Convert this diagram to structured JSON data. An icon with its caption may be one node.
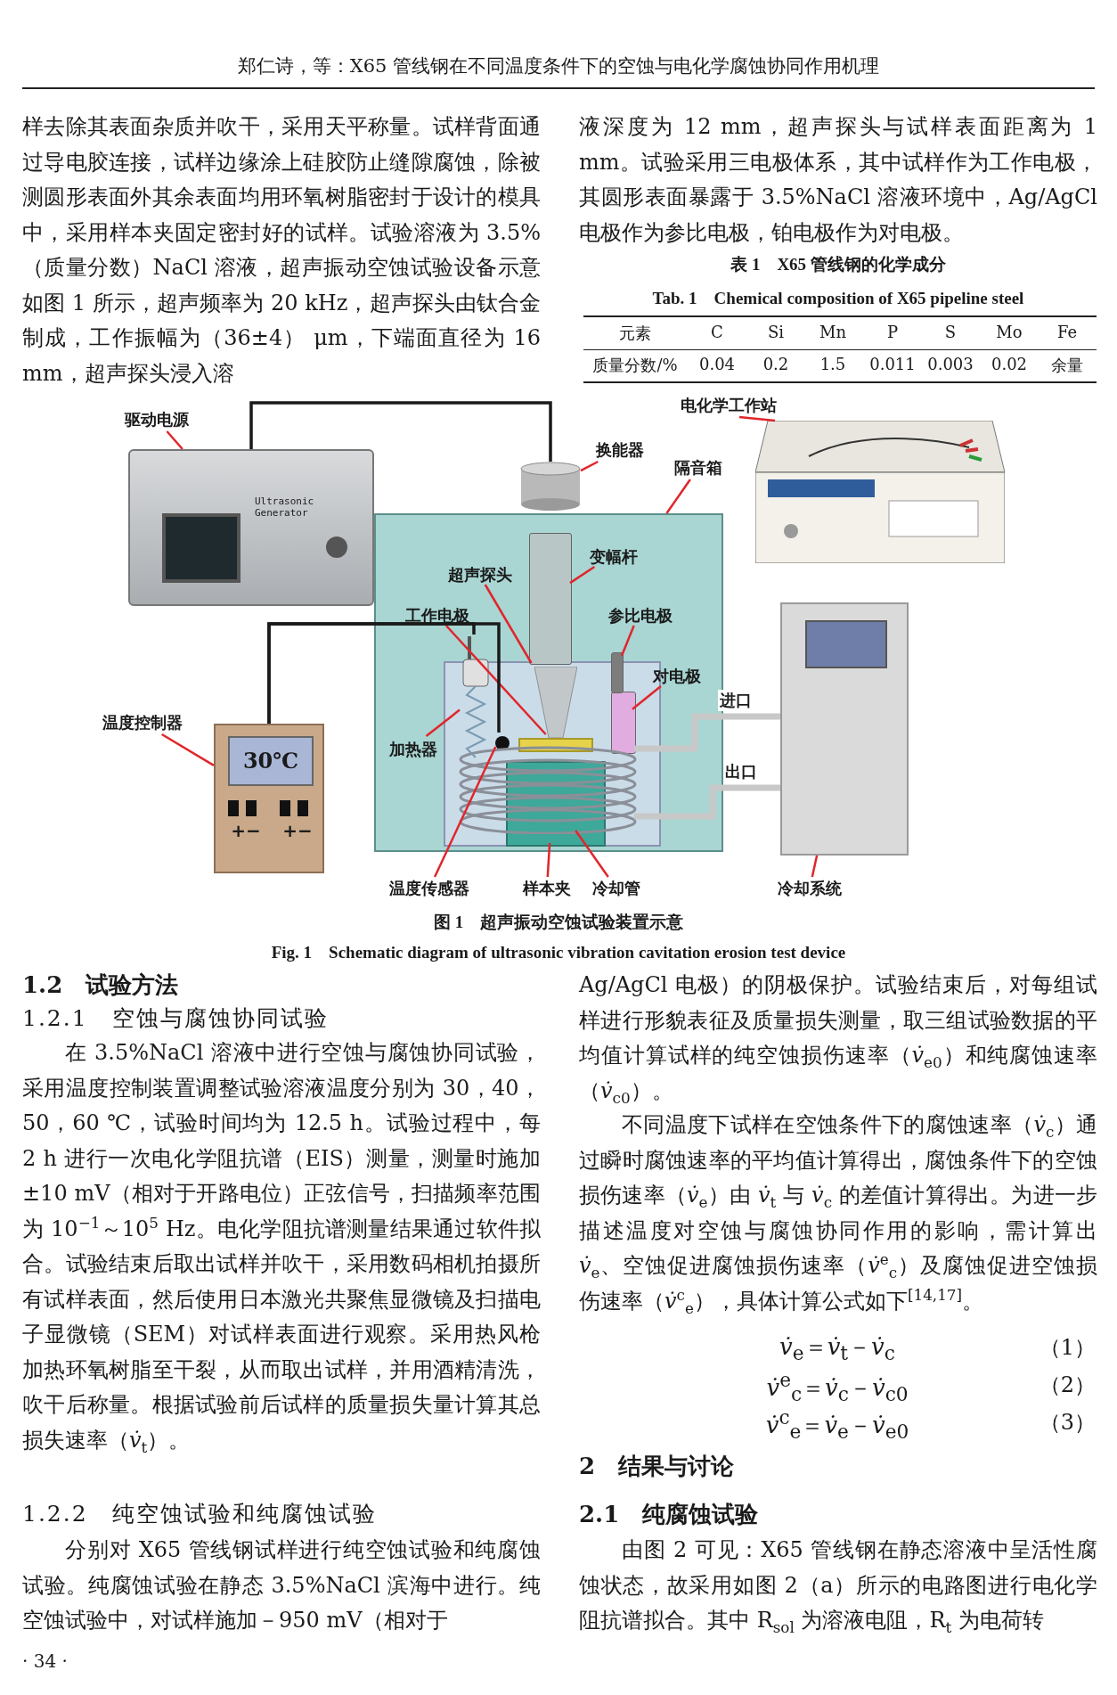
{
  "diagram": {
    "nodes": [
      {
        "text": [
          "驱动电源"
        ]
      },
      {
        "text": [
          "Ultrasonic Generator"
        ]
      },
      {
        "text": [
          "换能器"
        ]
      },
      {
        "text": [],
        "shape": "cylinder"
      },
      {
        "text": [
          "隔音箱"
        ]
      },
      {
        "text": [],
        "shape": "box"
      },
      {
        "text": [],
        "shape": "box",
        "in": 5
      },
      {
        "text": [
          "电化学工作站"
        ]
      },
      {
        "text": [],
        "shape": "picture"
      },
      {
        "text": [
          "变幅杆"
        ],
        "in": 5
      },
      {
        "text": [],
        "shape": "bar",
        "in": 5
      },
      {
        "text": [
          "超声探头"
        ],
        "in": 5
      },
      {
        "text": [],
        "shape": "cone",
        "in": 6
      },
      {
        "text": [
          "工作电极"
        ],
        "in": 5
      },
      {
        "text": [],
        "shape": "box",
        "in": 6
      },
      {
        "text": [
          "参比电极"
        ],
        "in": 5
      },
      {
        "text": [],
        "shape": "bar",
        "in": 5
      },
      {
        "text": [
          "对电极"
        ],
        "in": 5
      },
      {
        "text": [],
        "shape": "bar",
        "in": 6
      },
      {
        "text": [
          "温度控制器"
        ]
      },
      {
        "text": [
          "30℃",
          "+−",
          "+−"
        ]
      },
      {
        "text": [
          "加热器"
        ],
        "in": 5
      },
      {
        "text": [],
        "shape": "picture",
        "in": 5
      },
      {
        "text": [
          "温度传感器"
        ]
      },
      {
        "text": [],
        "shape": "circle",
        "in": 6
      },
      {
        "text": [
          "样本夹"
        ]
      },
      {
        "text": [],
        "shape": "box",
        "in": 6
      },
      {
        "text": [
          "冷却管"
        ]
      },
      {
        "text": [],
        "shape": "picture",
        "in": 6
      },
      {
        "text": [
          "冷却系统"
        ]
      },
      {
        "text": [],
        "shape": "box"
      }
    ],
    "edges": [
      {
        "from": 0,
        "to": 1,
        "arrow": "none"
      },
      {
        "from": 2,
        "to": 3,
        "arrow": "none"
      },
      {
        "from": 4,
        "to": 5,
        "arrow": "none"
      },
      {
        "from": 7,
        "to": 8,
        "arrow": "none"
      },
      {
        "from": 9,
        "to": 10,
        "arrow": "none"
      },
      {
        "from": 11,
        "to": 12,
        "arrow": "none"
      },
      {
        "from": 13,
        "to": 14,
        "arrow": "none"
      },
      {
        "from": 15,
        "to": 16,
        "arrow": "none"
      },
      {
        "from": 17,
        "to": 18,
        "arrow": "none"
      },
      {
        "from": 19,
        "to": 20,
        "arrow": "none"
      },
      {
        "from": 21,
        "to": 22,
        "arrow": "none"
      },
      {
        "from": 23,
        "to": 24,
        "arrow": "none"
      },
      {
        "from": 25,
        "to": 26,
        "arrow": "none"
      },
      {
        "from": 27,
        "to": 28,
        "arrow": "none"
      },
      {
        "from": 29,
        "to": 30,
        "arrow": "none"
      },
      {
        "from": 1,
        "to": 3,
        "arrow": "none",
        "color": "#1a1a1a"
      },
      {
        "from": 20,
        "to": 22,
        "arrow": "none",
        "color": "#1a1a1a"
      },
      {
        "from": 20,
        "to": 24,
        "arrow": "none",
        "color": "#1a1a1a"
      },
      {
        "from": 30,
        "to": 28,
        "arrow": "none",
        "label": "进口",
        "style": "thick",
        "color": "#c8c8c8"
      },
      {
        "from": 30,
        "to": 28,
        "arrow": "none",
        "label": "出口",
        "style": "thick",
        "color": "#c8c8c8"
      }
    ],
    "labels": [
      "郑仁诗，等：X65 管线钢在不同温度条件下的空蚀与电化学腐蚀协同作用机理",
      "样去除其表面杂质并吹干，采用天平称量。试样背面通过导电胶连接，试样边缘涂上硅胶防止缝隙腐蚀，除被测圆形表面外其余表面均用环氧树脂密封于设计的模具中，采用样本夹固定密封好的试样。试验溶液为 3.5%（质量分数）NaCl 溶液，超声振动空蚀试验设备示意如图 1 所示，超声频率为 20 kHz，超声探头由钛合金制成，工作振幅为（36±4） μm，下端面直径为 16 mm，超声探头浸入溶",
      "液深度为 12 mm，超声探头与试样表面距离为 1 mm。试验采用三电极体系，其中试样作为工作电极，其圆形表面暴露于 3.5%NaCl 溶液环境中，Ag/AgCl 电极作为参比电极，铂电极作为对电极。",
      "表 1　X65 管线钢的化学成分",
      "Tab. 1　Chemical composition of X65 pipeline steel",
      "元素",
      "C",
      "Si",
      "Mn",
      "P",
      "S",
      "Mo",
      "Fe",
      "质量分数/%",
      "0.04",
      "0.2",
      "1.5",
      "0.011",
      "0.003",
      "0.02",
      "余量",
      "图 1　超声振动空蚀试验装置示意",
      "Fig. 1　Schematic diagram of ultrasonic vibration cavitation erosion test device",
      "1.2　试验方法",
      "1.2.1　空蚀与腐蚀协同试验",
      "在 3.5%NaCl 溶液中进行空蚀与腐蚀协同试验，采用温度控制装置调整试验溶液温度分别为 30，40，50，60 ℃，试验时间均为 12.5 h。试验过程中，每 2 h 进行一次电化学阻抗谱（EIS）测量，测量时施加±10 mV（相对于开路电位）正弦信号，扫描频率范围为 10$^{−1}$～10$^{5}$ Hz。电化学阻抗谱测量结果通过软件拟合。试验结束后取出试样并吹干，采用数码相机拍摄所有试样表面，然后使用日本激光共聚焦显微镜及扫描电子显微镜（SEM）对试样表面进行观察。采用热风枪加热环氧树脂至干裂，从而取出试样，并用酒精清洗，吹干后称量。根据试验前后试样的质量损失量计算其总损失速率（*v̇*$_{t}$）。",
      "1.2.2　纯空蚀试验和纯腐蚀试验",
      "分别对 X65 管线钢试样进行纯空蚀试验和纯腐蚀试验。纯腐蚀试验在静态 3.5%NaCl 滨海中进行。纯空蚀试验中，对试样施加－950 mV（相对于",
      "Ag/AgCl 电极）的阴极保护。试验结束后，对每组试样进行形貌表征及质量损失测量，取三组试验数据的平均值计算试样的纯空蚀损伤速率（*v̇*$_{e0}$）和纯腐蚀速率（*v̇*$_{c0}$）。",
      "不同温度下试样在空蚀条件下的腐蚀速率（*v̇*$_{c}$）通过瞬时腐蚀速率的平均值计算得出，腐蚀条件下的空蚀损伤速率（*v̇*$_{e}$）由 *v̇*$_{t}$ 与 *v̇*$_{c}$ 的差值计算得出。为进一步描述温度对空蚀与腐蚀协同作用的影响，需计算出 *v̇*$_{e}$、空蚀促进腐蚀损伤速率（*v̇*$^{e}$$_{c}$）及腐蚀促进空蚀损伤速率（*v̇*$^{c}$$_{e}$），具体计算公式如下$^{[14,17]}$。",
      "*v̇*$_{e}$＝*v̇*$_{t}$－*v̇*$_{c}$",
      "（1）",
      "*v̇*$^{e}$$_{c}$＝*v̇*$_{c}$－*v̇*$_{c0}$",
      "（2）",
      "*v̇*$^{c}$$_{e}$＝*v̇*$_{e}$－*v̇*$_{e0}$",
      "（3）",
      "2　结果与讨论",
      "2.1　纯腐蚀试验",
      "由图 2 可见：X65 管线钢在静态溶液中呈活性腐蚀状态，故采用如图 2（a）所示的电路图进行电化学阻抗谱拟合。其中 R$_{sol}$ 为溶液电阻，R$_{t}$ 为电荷转",
      "· 34 ·"
    ]
  }
}
